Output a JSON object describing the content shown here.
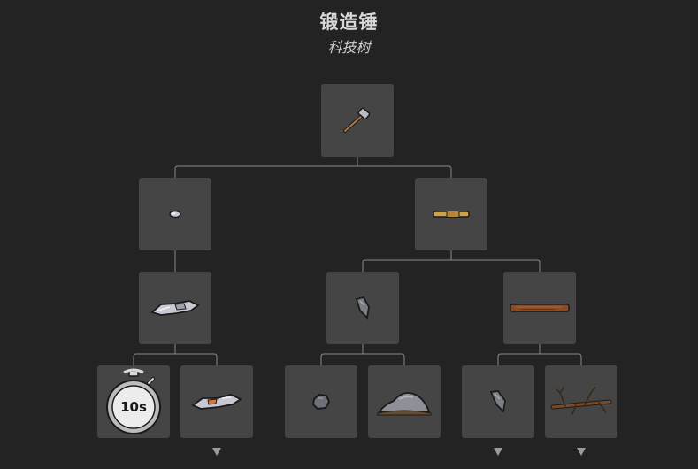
{
  "header": {
    "title": "锻造锤",
    "subtitle": "科技树"
  },
  "timer": {
    "label": "10s"
  },
  "colors": {
    "background": "#232323",
    "node": "#454545",
    "connector": "#8a8a8a"
  },
  "nodes": [
    {
      "id": "root",
      "icon": "hammer-icon"
    },
    {
      "id": "l1-left",
      "icon": "metal-bit-icon"
    },
    {
      "id": "l1-right",
      "icon": "gold-rod-icon"
    },
    {
      "id": "l2-left",
      "icon": "metal-scrap-icon"
    },
    {
      "id": "l2-mid",
      "icon": "flint-icon"
    },
    {
      "id": "l2-right",
      "icon": "wood-plank-icon"
    },
    {
      "id": "l3-timer",
      "icon": "stopwatch-icon"
    },
    {
      "id": "l3-scrap-ore",
      "icon": "metal-scrap-ore-icon"
    },
    {
      "id": "l3-pebble",
      "icon": "pebble-icon"
    },
    {
      "id": "l3-rock",
      "icon": "rock-pile-icon"
    },
    {
      "id": "l3-flint",
      "icon": "flint-shard-icon"
    },
    {
      "id": "l3-branch",
      "icon": "branch-icon"
    }
  ]
}
